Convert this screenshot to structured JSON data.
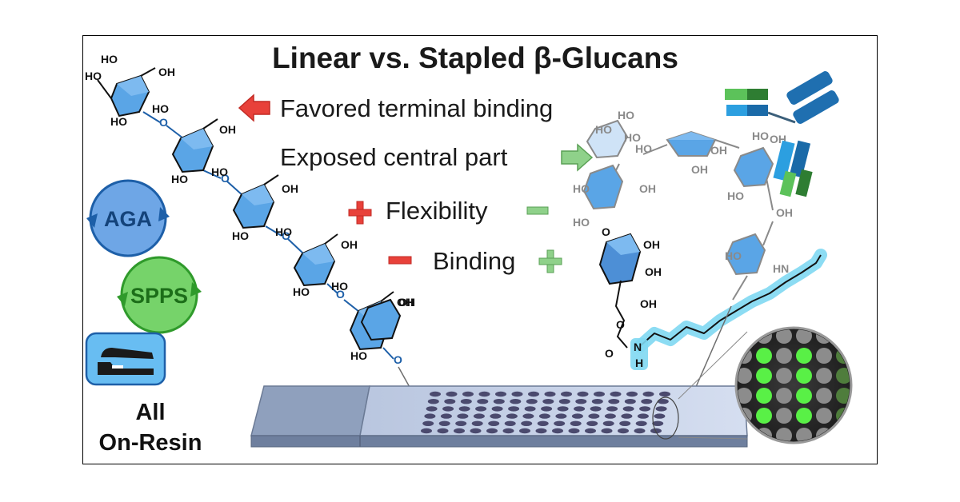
{
  "title": "Linear vs. Stapled β-Glucans",
  "features": {
    "terminal": "Favored terminal binding",
    "central": "Exposed central part",
    "flexibility": "Flexibility",
    "binding": "Binding"
  },
  "synthesis": {
    "aga": "AGA",
    "spps": "SPPS",
    "caption_line1": "All",
    "caption_line2": "On-Resin"
  },
  "chem_labels": {
    "ho": "HO",
    "oh": "OH",
    "o": "O",
    "n": "N",
    "h": "H",
    "hn": "HN"
  },
  "colors": {
    "sugar_blue": "#5aa5e6",
    "sugar_dark": "#1d5fa8",
    "arrow_red": "#e8413a",
    "arrow_green": "#8fd18a",
    "staple_glow": "#7fd8f2",
    "spot_green": "#59f046",
    "slide_blue": "#a9b8d6"
  },
  "icons": [
    "arrow-left-red-icon",
    "arrow-right-green-icon",
    "plus-red-icon",
    "minus-green-icon",
    "minus-red-icon",
    "plus-green-icon",
    "stapler-icon",
    "antibody-icon",
    "cycle-arrow-icon"
  ]
}
